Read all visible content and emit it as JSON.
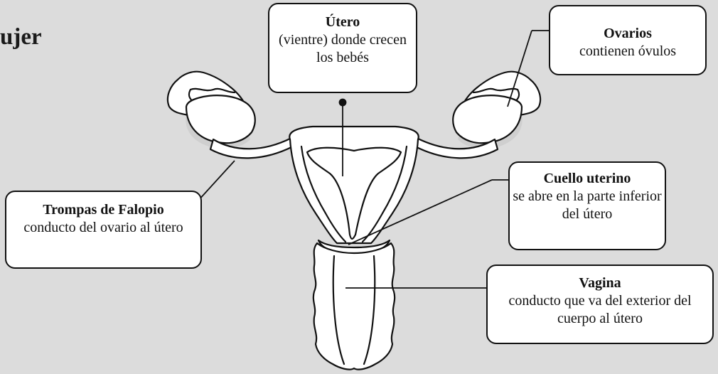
{
  "header": {
    "title": "ujer"
  },
  "labels": {
    "utero": {
      "title": "Útero",
      "description": "(vientre) donde crecen los bebés"
    },
    "ovarios": {
      "title": "Ovarios",
      "description": "contienen óvulos"
    },
    "trompas": {
      "title": "Trompas de Falopio",
      "description": "conducto del ovario al útero"
    },
    "cuello": {
      "title": "Cuello uterino",
      "description": "se abre en la parte inferior del útero"
    },
    "vagina": {
      "title": "Vagina",
      "description": "conducto que va del exterior del cuerpo al útero"
    }
  },
  "colors": {
    "background": "#dcdcdc",
    "stroke": "#111111",
    "fill": "#ffffff",
    "shadow": "#cfcfcf"
  }
}
